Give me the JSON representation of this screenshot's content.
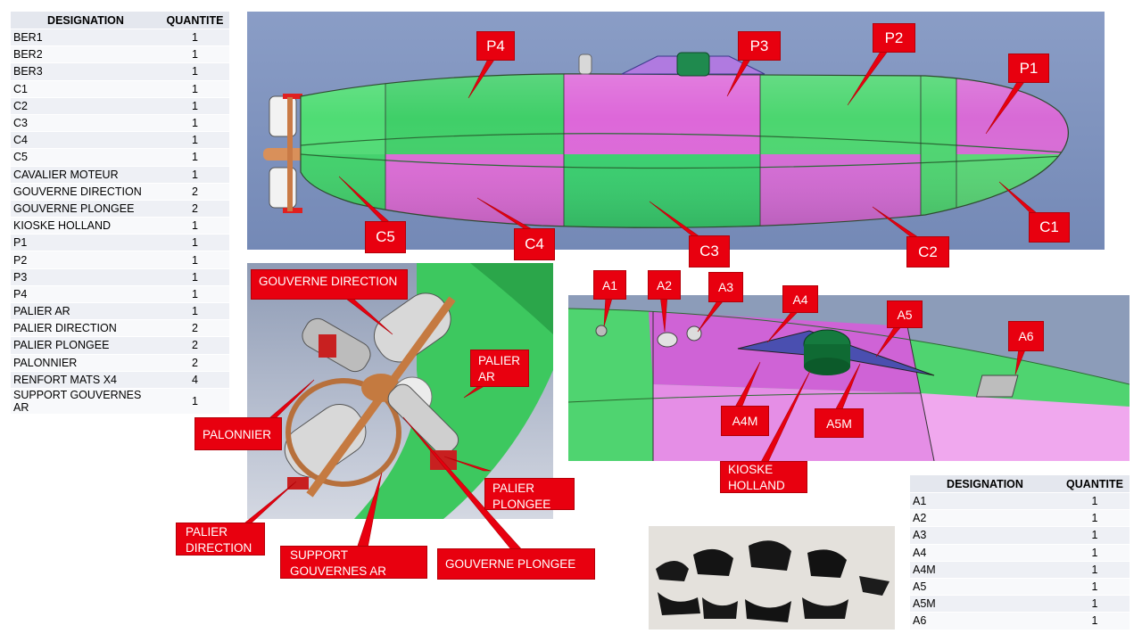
{
  "table_main": {
    "headers": {
      "designation": "DESIGNATION",
      "quantite": "QUANTITE"
    },
    "rows": [
      {
        "name": "BER1",
        "qty": "1"
      },
      {
        "name": "BER2",
        "qty": "1"
      },
      {
        "name": "BER3",
        "qty": "1"
      },
      {
        "name": "C1",
        "qty": "1"
      },
      {
        "name": "C2",
        "qty": "1"
      },
      {
        "name": "C3",
        "qty": "1"
      },
      {
        "name": "C4",
        "qty": "1"
      },
      {
        "name": "C5",
        "qty": "1"
      },
      {
        "name": "CAVALIER MOTEUR",
        "qty": "1"
      },
      {
        "name": "GOUVERNE DIRECTION",
        "qty": "2"
      },
      {
        "name": "GOUVERNE PLONGEE",
        "qty": "2"
      },
      {
        "name": "KIOSKE HOLLAND",
        "qty": "1"
      },
      {
        "name": "P1",
        "qty": "1"
      },
      {
        "name": "P2",
        "qty": "1"
      },
      {
        "name": "P3",
        "qty": "1"
      },
      {
        "name": "P4",
        "qty": "1"
      },
      {
        "name": "PALIER AR",
        "qty": "1"
      },
      {
        "name": "PALIER DIRECTION",
        "qty": "2"
      },
      {
        "name": "PALIER PLONGEE",
        "qty": "2"
      },
      {
        "name": "PALONNIER",
        "qty": "2"
      },
      {
        "name": "RENFORT MATS X4",
        "qty": "4"
      },
      {
        "name": "SUPPORT GOUVERNES AR",
        "qty": "1"
      }
    ]
  },
  "table_parts": {
    "headers": {
      "designation": "DESIGNATION",
      "quantite": "QUANTITE"
    },
    "rows": [
      {
        "name": "A1",
        "qty": "1"
      },
      {
        "name": "A2",
        "qty": "1"
      },
      {
        "name": "A3",
        "qty": "1"
      },
      {
        "name": "A4",
        "qty": "1"
      },
      {
        "name": "A4M",
        "qty": "1"
      },
      {
        "name": "A5",
        "qty": "1"
      },
      {
        "name": "A5M",
        "qty": "1"
      },
      {
        "name": "A6",
        "qty": "1"
      }
    ]
  },
  "hull_labels": {
    "p4": "P4",
    "p3": "P3",
    "p2": "P2",
    "p1": "P1",
    "c5": "C5",
    "c4": "C4",
    "c3": "C3",
    "c2": "C2",
    "c1": "C1"
  },
  "stern_labels": {
    "gouverne_direction": "GOUVERNE DIRECTION",
    "palier_ar": [
      "PALIER",
      "AR"
    ],
    "palonnier": "PALONNIER",
    "palier_plongee": [
      "PALIER",
      "PLONGEE"
    ],
    "palier_direction": [
      "PALIER",
      "DIRECTION"
    ],
    "support_gouvernes": [
      "SUPPORT",
      "GOUVERNES AR"
    ],
    "gouverne_plongee": "GOUVERNE PLONGEE"
  },
  "deck_labels": {
    "a1": "A1",
    "a2": "A2",
    "a3": "A3",
    "a4": "A4",
    "a5": "A5",
    "a6": "A6",
    "a4m": "A4M",
    "a5m": "A5M",
    "kiosk": [
      "KIOSKE",
      "HOLLAND"
    ]
  },
  "colors": {
    "label_red": "#e8000f",
    "hull_green": "#46d870",
    "hull_pink": "#d26ad6",
    "background_blue": "#7f95bf"
  }
}
